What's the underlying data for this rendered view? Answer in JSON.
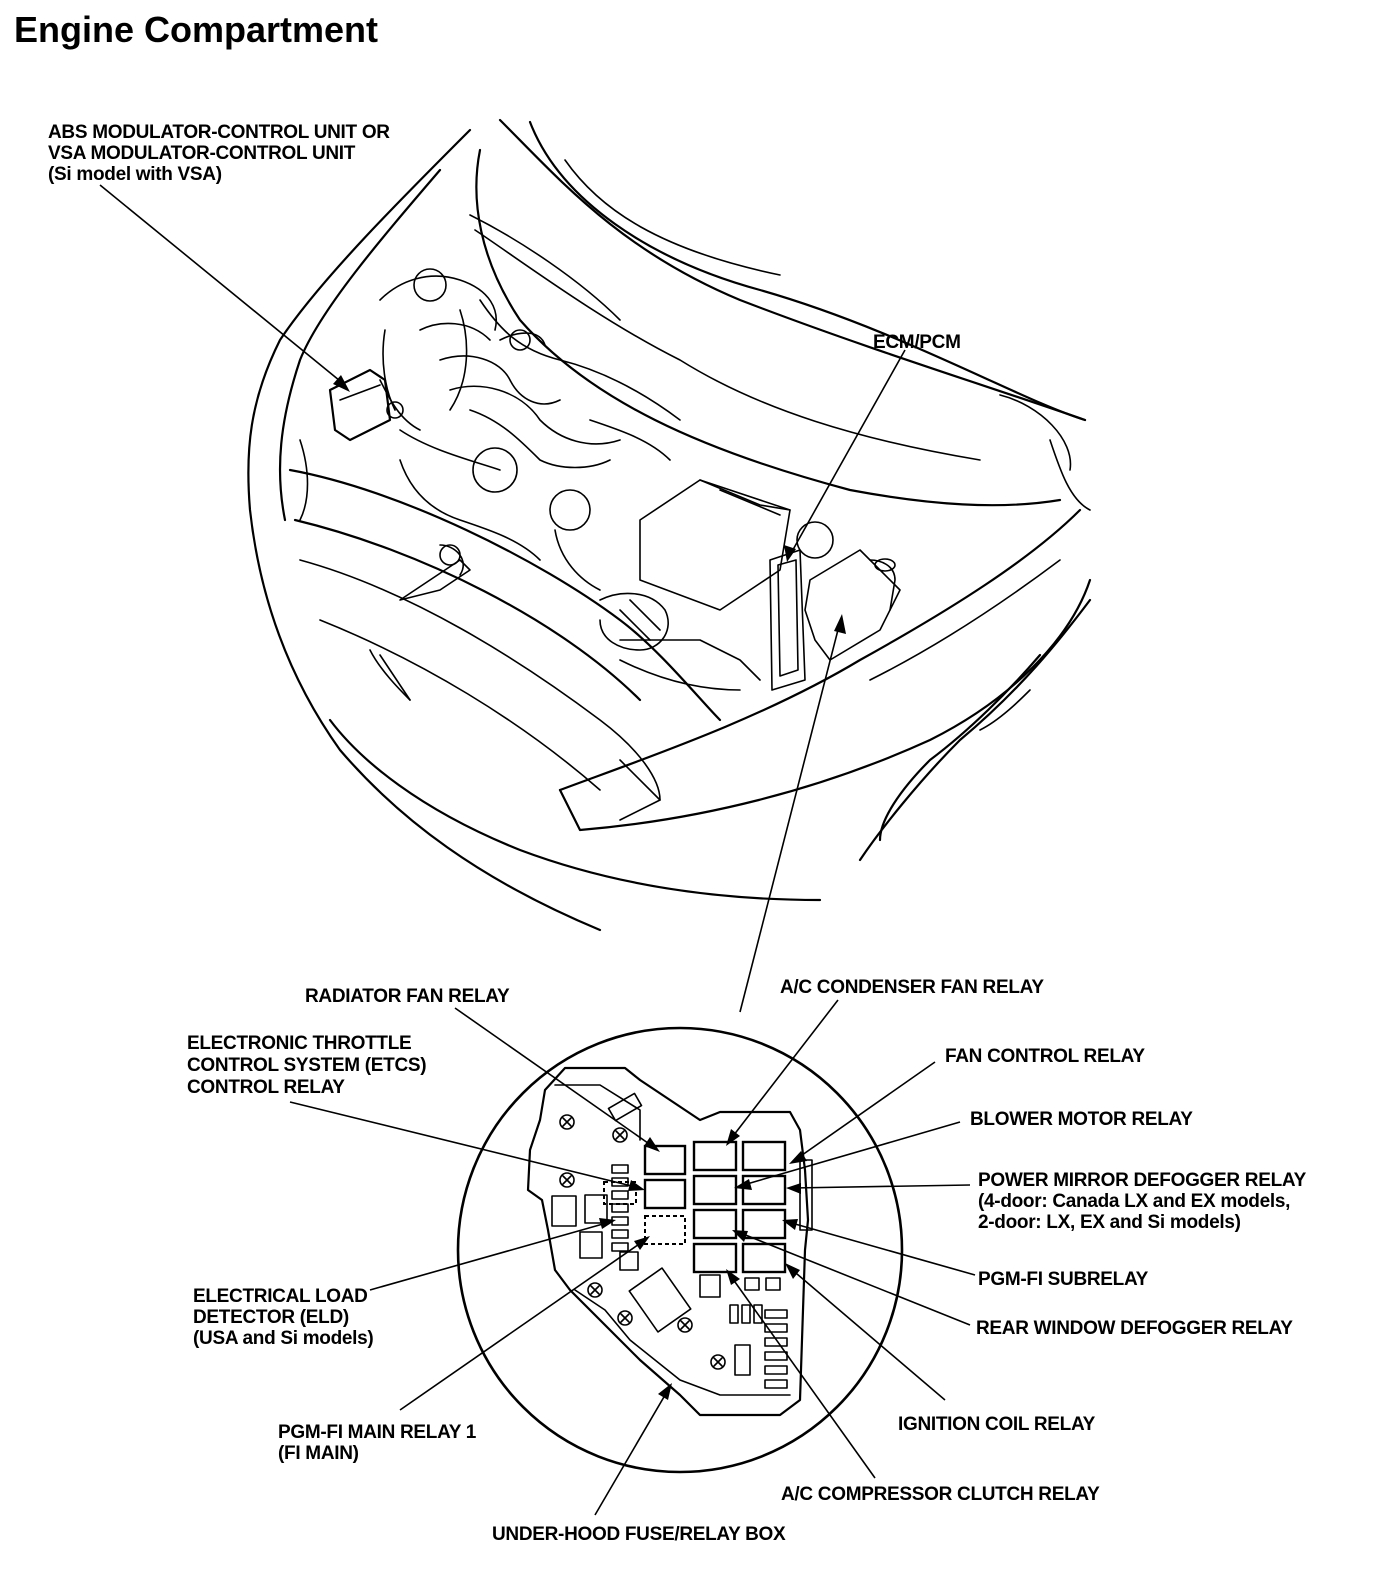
{
  "title": "Engine Compartment",
  "labels": {
    "abs": [
      "ABS MODULATOR-CONTROL UNIT OR",
      "VSA MODULATOR-CONTROL UNIT",
      "(Si model with VSA)"
    ],
    "ecm": "ECM/PCM",
    "radiator_fan": "RADIATOR FAN RELAY",
    "ac_condenser_fan": "A/C CONDENSER FAN RELAY",
    "etcs": [
      "ELECTRONIC THROTTLE",
      "CONTROL SYSTEM (ETCS)",
      "CONTROL RELAY"
    ],
    "fan_control": "FAN CONTROL RELAY",
    "blower_motor": "BLOWER MOTOR RELAY",
    "power_mirror": [
      "POWER MIRROR DEFOGGER RELAY",
      "(4-door: Canada LX and EX models,",
      "2-door: LX, EX and Si models)"
    ],
    "eld": [
      "ELECTRICAL LOAD",
      "DETECTOR (ELD)",
      "(USA and Si models)"
    ],
    "pgmfi_subrelay": "PGM-FI SUBRELAY",
    "rear_window": "REAR WINDOW DEFOGGER RELAY",
    "pgmfi_main": [
      "PGM-FI MAIN RELAY 1",
      "(FI MAIN)"
    ],
    "ignition_coil": "IGNITION COIL RELAY",
    "ac_compressor": "A/C COMPRESSOR CLUTCH RELAY",
    "fuse_box": "UNDER-HOOD FUSE/RELAY BOX"
  }
}
